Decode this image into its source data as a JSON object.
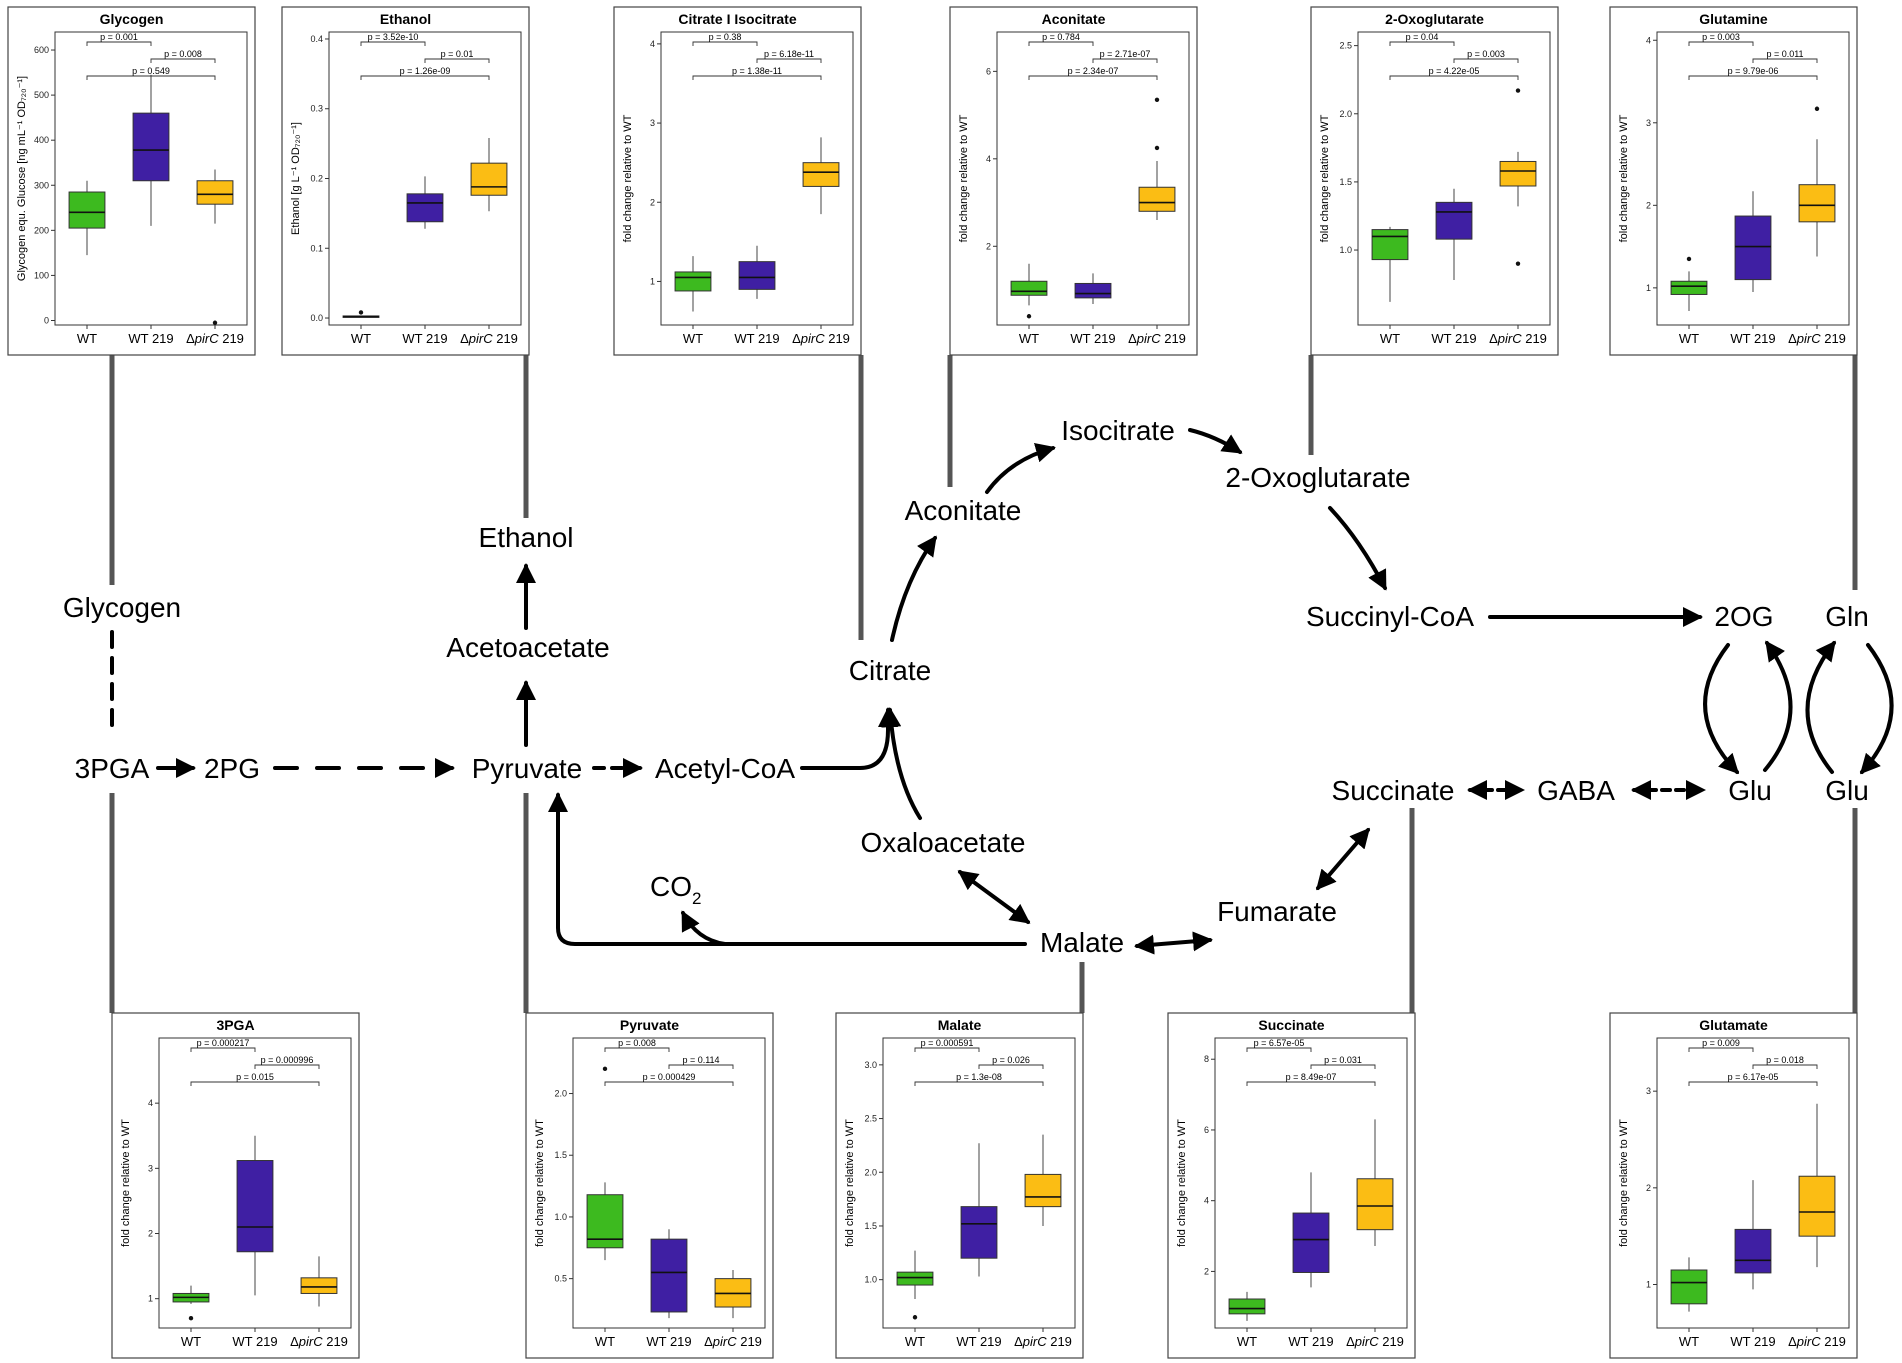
{
  "colors": {
    "WT": "#3dba1f",
    "WT 219": "#3f1fa3",
    "ΔpirC 219": "#fbbd14"
  },
  "nodes": [
    {
      "id": "glycogen",
      "label": "Glycogen"
    },
    {
      "id": "3pga",
      "label": "3PGA"
    },
    {
      "id": "2pg",
      "label": "2PG"
    },
    {
      "id": "pyruvate",
      "label": "Pyruvate"
    },
    {
      "id": "acetoacetate",
      "label": "Acetoacetate"
    },
    {
      "id": "ethanol",
      "label": "Ethanol"
    },
    {
      "id": "acetylcoa",
      "label": "Acetyl-CoA"
    },
    {
      "id": "citrate",
      "label": "Citrate"
    },
    {
      "id": "aconitate",
      "label": "Aconitate"
    },
    {
      "id": "isocitrate",
      "label": "Isocitrate"
    },
    {
      "id": "2oxoglutarate",
      "label": "2-Oxoglutarate"
    },
    {
      "id": "succinylcoa",
      "label": "Succinyl-CoA"
    },
    {
      "id": "2og",
      "label": "2OG"
    },
    {
      "id": "gln",
      "label": "Gln"
    },
    {
      "id": "glu1",
      "label": "Glu"
    },
    {
      "id": "glu2",
      "label": "Glu"
    },
    {
      "id": "succinate",
      "label": "Succinate"
    },
    {
      "id": "gaba",
      "label": "GABA"
    },
    {
      "id": "fumarate",
      "label": "Fumarate"
    },
    {
      "id": "malate",
      "label": "Malate"
    },
    {
      "id": "oxaloacetate",
      "label": "Oxaloacetate"
    },
    {
      "id": "co2",
      "label": "CO"
    },
    {
      "id": "co2sub",
      "label": "2"
    }
  ],
  "chart_data": [
    {
      "type": "box",
      "title": "Glycogen",
      "ylabel": "Glycogen equ. Glucose [ng mL⁻¹ OD₇₂₀⁻¹]",
      "ylim": [
        -10,
        640
      ],
      "yticks": [
        "0",
        "100",
        "200",
        "300",
        "400",
        "500",
        "600"
      ],
      "ytick_values": [
        0,
        100,
        200,
        300,
        400,
        500,
        600
      ],
      "categories": [
        "WT",
        "WT 219",
        "ΔpirC 219"
      ],
      "boxes": [
        {
          "min": 145,
          "q1": 205,
          "median": 240,
          "q3": 285,
          "max": 310,
          "outliers": []
        },
        {
          "min": 210,
          "q1": 310,
          "median": 378,
          "q3": 460,
          "max": 545,
          "outliers": []
        },
        {
          "min": 215,
          "q1": 258,
          "median": 280,
          "q3": 310,
          "max": 335,
          "outliers": [
            -5
          ]
        }
      ],
      "pvalues": [
        {
          "from": 0,
          "to": 1,
          "label": "p = 0.001"
        },
        {
          "from": 1,
          "to": 2,
          "label": "p = 0.008"
        },
        {
          "from": 0,
          "to": 2,
          "label": "p = 0.549"
        }
      ]
    },
    {
      "type": "box",
      "title": "Ethanol",
      "ylabel": "Ethanol [g L⁻¹ OD₇₂₀⁻¹]",
      "ylim": [
        -0.01,
        0.41
      ],
      "yticks": [
        "0.0",
        "0.1",
        "0.2",
        "0.3",
        "0.4"
      ],
      "ytick_values": [
        0,
        0.1,
        0.2,
        0.3,
        0.4
      ],
      "categories": [
        "WT",
        "WT 219",
        "ΔpirC 219"
      ],
      "boxes": [
        {
          "min": 0.002,
          "q1": 0.002,
          "median": 0.002,
          "q3": 0.003,
          "max": 0.003,
          "outliers": [
            0.008
          ]
        },
        {
          "min": 0.128,
          "q1": 0.138,
          "median": 0.165,
          "q3": 0.178,
          "max": 0.203,
          "outliers": []
        },
        {
          "min": 0.153,
          "q1": 0.176,
          "median": 0.188,
          "q3": 0.222,
          "max": 0.258,
          "outliers": []
        }
      ],
      "pvalues": [
        {
          "from": 0,
          "to": 1,
          "label": "p = 3.52e-10"
        },
        {
          "from": 1,
          "to": 2,
          "label": "p = 0.01"
        },
        {
          "from": 0,
          "to": 2,
          "label": "p = 1.26e-09"
        }
      ]
    },
    {
      "type": "box",
      "title": "Citrate I Isocitrate",
      "ylabel": "fold change relative to WT",
      "ylim": [
        0.45,
        4.15
      ],
      "yticks": [
        "1",
        "2",
        "3",
        "4"
      ],
      "ytick_values": [
        1,
        2,
        3,
        4
      ],
      "categories": [
        "WT",
        "WT 219",
        "ΔpirC 219"
      ],
      "boxes": [
        {
          "min": 0.62,
          "q1": 0.88,
          "median": 1.05,
          "q3": 1.12,
          "max": 1.32,
          "outliers": []
        },
        {
          "min": 0.78,
          "q1": 0.9,
          "median": 1.05,
          "q3": 1.25,
          "max": 1.45,
          "outliers": []
        },
        {
          "min": 1.85,
          "q1": 2.2,
          "median": 2.38,
          "q3": 2.5,
          "max": 2.82,
          "outliers": []
        }
      ],
      "pvalues": [
        {
          "from": 0,
          "to": 1,
          "label": "p = 0.38"
        },
        {
          "from": 1,
          "to": 2,
          "label": "p = 6.18e-11"
        },
        {
          "from": 0,
          "to": 2,
          "label": "p = 1.38e-11"
        }
      ]
    },
    {
      "type": "box",
      "title": "Aconitate",
      "ylabel": "fold change relative to WT",
      "ylim": [
        0.2,
        6.9
      ],
      "yticks": [
        "2",
        "4",
        "6"
      ],
      "ytick_values": [
        2,
        4,
        6
      ],
      "categories": [
        "WT",
        "WT 219",
        "ΔpirC 219"
      ],
      "boxes": [
        {
          "min": 0.65,
          "q1": 0.88,
          "median": 0.97,
          "q3": 1.2,
          "max": 1.6,
          "outliers": [
            0.4
          ]
        },
        {
          "min": 0.68,
          "q1": 0.82,
          "median": 0.92,
          "q3": 1.15,
          "max": 1.38,
          "outliers": []
        },
        {
          "min": 2.6,
          "q1": 2.8,
          "median": 3.0,
          "q3": 3.35,
          "max": 3.95,
          "outliers": [
            4.25,
            5.35
          ]
        }
      ],
      "pvalues": [
        {
          "from": 0,
          "to": 1,
          "label": "p = 0.784"
        },
        {
          "from": 1,
          "to": 2,
          "label": "p = 2.71e-07"
        },
        {
          "from": 0,
          "to": 2,
          "label": "p = 2.34e-07"
        }
      ]
    },
    {
      "type": "box",
      "title": "2-Oxoglutarate",
      "ylabel": "fold change relative to WT",
      "ylim": [
        0.45,
        2.6
      ],
      "yticks": [
        "1.0",
        "1.5",
        "2.0",
        "2.5"
      ],
      "ytick_values": [
        1,
        1.5,
        2,
        2.5
      ],
      "categories": [
        "WT",
        "WT 219",
        "ΔpirC 219"
      ],
      "boxes": [
        {
          "min": 0.62,
          "q1": 0.93,
          "median": 1.1,
          "q3": 1.15,
          "max": 1.17,
          "outliers": []
        },
        {
          "min": 0.78,
          "q1": 1.08,
          "median": 1.28,
          "q3": 1.35,
          "max": 1.45,
          "outliers": []
        },
        {
          "min": 1.32,
          "q1": 1.47,
          "median": 1.58,
          "q3": 1.65,
          "max": 1.72,
          "outliers": [
            0.9,
            2.17
          ]
        }
      ],
      "pvalues": [
        {
          "from": 0,
          "to": 1,
          "label": "p = 0.04"
        },
        {
          "from": 1,
          "to": 2,
          "label": "p = 0.003"
        },
        {
          "from": 0,
          "to": 2,
          "label": "p = 4.22e-05"
        }
      ]
    },
    {
      "type": "box",
      "title": "Glutamine",
      "ylabel": "fold change relative to WT",
      "ylim": [
        0.55,
        4.1
      ],
      "yticks": [
        "1",
        "2",
        "3",
        "4"
      ],
      "ytick_values": [
        1,
        2,
        3,
        4
      ],
      "categories": [
        "WT",
        "WT 219",
        "ΔpirC 219"
      ],
      "boxes": [
        {
          "min": 0.72,
          "q1": 0.92,
          "median": 1.02,
          "q3": 1.08,
          "max": 1.2,
          "outliers": [
            1.35
          ]
        },
        {
          "min": 0.95,
          "q1": 1.1,
          "median": 1.5,
          "q3": 1.87,
          "max": 2.17,
          "outliers": []
        },
        {
          "min": 1.38,
          "q1": 1.8,
          "median": 2.0,
          "q3": 2.25,
          "max": 2.8,
          "outliers": [
            3.17
          ]
        }
      ],
      "pvalues": [
        {
          "from": 0,
          "to": 1,
          "label": "p = 0.003"
        },
        {
          "from": 1,
          "to": 2,
          "label": "p = 0.011"
        },
        {
          "from": 0,
          "to": 2,
          "label": "p = 9.79e-06"
        }
      ]
    },
    {
      "type": "box",
      "title": "3PGA",
      "ylabel": "fold change relative to WT",
      "ylim": [
        0.55,
        5.0
      ],
      "yticks": [
        "1",
        "2",
        "3",
        "4"
      ],
      "ytick_values": [
        1,
        2,
        3,
        4
      ],
      "categories": [
        "WT",
        "WT 219",
        "ΔpirC 219"
      ],
      "boxes": [
        {
          "min": 0.92,
          "q1": 0.95,
          "median": 1.02,
          "q3": 1.08,
          "max": 1.2,
          "outliers": [
            0.7
          ]
        },
        {
          "min": 1.05,
          "q1": 1.72,
          "median": 2.1,
          "q3": 3.12,
          "max": 3.5,
          "outliers": []
        },
        {
          "min": 0.88,
          "q1": 1.08,
          "median": 1.18,
          "q3": 1.32,
          "max": 1.65,
          "outliers": []
        }
      ],
      "pvalues": [
        {
          "from": 0,
          "to": 1,
          "label": "p = 0.000217"
        },
        {
          "from": 1,
          "to": 2,
          "label": "p = 0.000996"
        },
        {
          "from": 0,
          "to": 2,
          "label": "p = 0.015"
        }
      ]
    },
    {
      "type": "box",
      "title": "Pyruvate",
      "ylabel": "fold change relative to WT",
      "ylim": [
        0.1,
        2.45
      ],
      "yticks": [
        "0.5",
        "1.0",
        "1.5",
        "2.0"
      ],
      "ytick_values": [
        0.5,
        1,
        1.5,
        2
      ],
      "categories": [
        "WT",
        "WT 219",
        "ΔpirC 219"
      ],
      "boxes": [
        {
          "min": 0.65,
          "q1": 0.75,
          "median": 0.82,
          "q3": 1.18,
          "max": 1.28,
          "outliers": [
            2.2
          ]
        },
        {
          "min": 0.18,
          "q1": 0.23,
          "median": 0.55,
          "q3": 0.82,
          "max": 0.9,
          "outliers": []
        },
        {
          "min": 0.18,
          "q1": 0.27,
          "median": 0.38,
          "q3": 0.5,
          "max": 0.57,
          "outliers": []
        }
      ],
      "pvalues": [
        {
          "from": 0,
          "to": 1,
          "label": "p = 0.008"
        },
        {
          "from": 1,
          "to": 2,
          "label": "p = 0.114"
        },
        {
          "from": 0,
          "to": 2,
          "label": "p = 0.000429"
        }
      ]
    },
    {
      "type": "box",
      "title": "Malate",
      "ylabel": "fold change relative to WT",
      "ylim": [
        0.55,
        3.25
      ],
      "yticks": [
        "1.0",
        "1.5",
        "2.0",
        "2.5",
        "3.0"
      ],
      "ytick_values": [
        1,
        1.5,
        2,
        2.5,
        3
      ],
      "categories": [
        "WT",
        "WT 219",
        "ΔpirC 219"
      ],
      "boxes": [
        {
          "min": 0.82,
          "q1": 0.95,
          "median": 1.02,
          "q3": 1.07,
          "max": 1.27,
          "outliers": [
            0.65
          ]
        },
        {
          "min": 1.03,
          "q1": 1.2,
          "median": 1.52,
          "q3": 1.68,
          "max": 2.27,
          "outliers": []
        },
        {
          "min": 1.5,
          "q1": 1.68,
          "median": 1.77,
          "q3": 1.98,
          "max": 2.35,
          "outliers": []
        }
      ],
      "pvalues": [
        {
          "from": 0,
          "to": 1,
          "label": "p = 0.000591"
        },
        {
          "from": 1,
          "to": 2,
          "label": "p = 0.026"
        },
        {
          "from": 0,
          "to": 2,
          "label": "p = 1.3e-08"
        }
      ]
    },
    {
      "type": "box",
      "title": "Succinate",
      "ylabel": "fold change relative to WT",
      "ylim": [
        0.4,
        8.6
      ],
      "yticks": [
        "2",
        "4",
        "6",
        "8"
      ],
      "ytick_values": [
        2,
        4,
        6,
        8
      ],
      "categories": [
        "WT",
        "WT 219",
        "ΔpirC 219"
      ],
      "boxes": [
        {
          "min": 0.6,
          "q1": 0.8,
          "median": 0.95,
          "q3": 1.22,
          "max": 1.42,
          "outliers": []
        },
        {
          "min": 1.55,
          "q1": 1.97,
          "median": 2.9,
          "q3": 3.65,
          "max": 4.8,
          "outliers": []
        },
        {
          "min": 2.72,
          "q1": 3.18,
          "median": 3.85,
          "q3": 4.62,
          "max": 6.3,
          "outliers": []
        }
      ],
      "pvalues": [
        {
          "from": 0,
          "to": 1,
          "label": "p = 6.57e-05"
        },
        {
          "from": 1,
          "to": 2,
          "label": "p = 0.031"
        },
        {
          "from": 0,
          "to": 2,
          "label": "p = 8.49e-07"
        }
      ]
    },
    {
      "type": "box",
      "title": "Glutamate",
      "ylabel": "fold change relative to WT",
      "ylim": [
        0.55,
        3.55
      ],
      "yticks": [
        "1",
        "2",
        "3"
      ],
      "ytick_values": [
        1,
        2,
        3
      ],
      "categories": [
        "WT",
        "WT 219",
        "ΔpirC 219"
      ],
      "boxes": [
        {
          "min": 0.72,
          "q1": 0.8,
          "median": 1.02,
          "q3": 1.15,
          "max": 1.28,
          "outliers": []
        },
        {
          "min": 0.95,
          "q1": 1.12,
          "median": 1.25,
          "q3": 1.57,
          "max": 2.08,
          "outliers": []
        },
        {
          "min": 1.18,
          "q1": 1.5,
          "median": 1.75,
          "q3": 2.12,
          "max": 2.87,
          "outliers": []
        }
      ],
      "pvalues": [
        {
          "from": 0,
          "to": 1,
          "label": "p = 0.009"
        },
        {
          "from": 1,
          "to": 2,
          "label": "p = 0.018"
        },
        {
          "from": 0,
          "to": 2,
          "label": "p = 6.17e-05"
        }
      ]
    }
  ]
}
